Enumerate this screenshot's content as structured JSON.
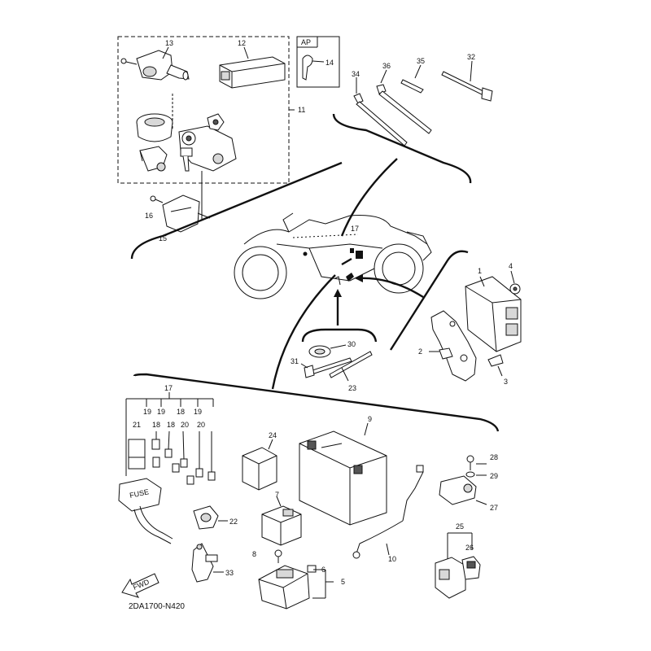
{
  "diagram": {
    "code": "2DA1700-N420",
    "fwd_label": "FWD",
    "ap_label": "AP",
    "fuse_label": "FUSE"
  },
  "parts": {
    "p1": "1",
    "p2": "2",
    "p3": "3",
    "p4": "4",
    "p5": "5",
    "p6": "6",
    "p7": "7",
    "p8": "8",
    "p9": "9",
    "p10": "10",
    "p11": "11",
    "p12": "12",
    "p13": "13",
    "p14": "14",
    "p15": "15",
    "p16": "16",
    "p17a": "17",
    "p17b": "17",
    "p18a": "18",
    "p18b": "18",
    "p18c": "18",
    "p19a": "19",
    "p19b": "19",
    "p19c": "19",
    "p20a": "20",
    "p20b": "20",
    "p21": "21",
    "p22": "22",
    "p23": "23",
    "p24": "24",
    "p25": "25",
    "p26": "26",
    "p27": "27",
    "p28": "28",
    "p29": "29",
    "p30": "30",
    "p31": "31",
    "p32": "32",
    "p33": "33",
    "p34": "34",
    "p35": "35",
    "p36": "36"
  }
}
